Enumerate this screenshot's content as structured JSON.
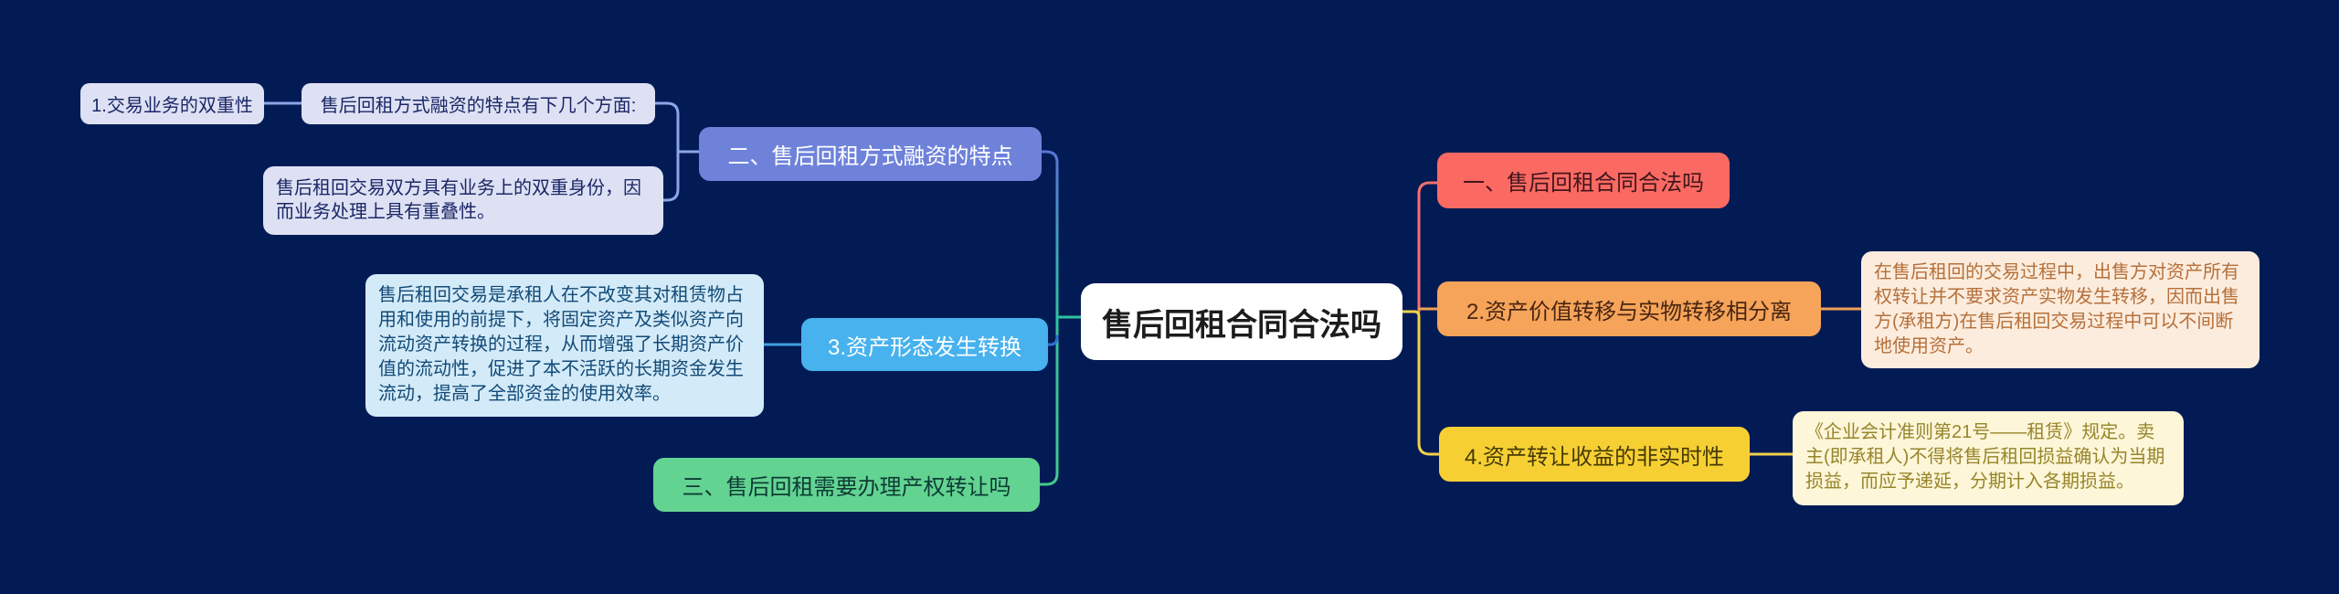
{
  "map": {
    "center": {
      "label": "售后回租合同合法吗"
    },
    "left": [
      {
        "label": "二、售后回租方式融资的特点",
        "children": [
          {
            "label": "售后回租方式融资的特点有下几个方面:",
            "children": [
              {
                "label": "1.交易业务的双重性"
              }
            ]
          },
          {
            "label": "售后租回交易双方具有业务上的双重身份，因而业务处理上具有重叠性。"
          }
        ]
      },
      {
        "label": "3.资产形态发生转换",
        "children": [
          {
            "label": "售后租回交易是承租人在不改变其对租赁物占用和使用的前提下，将固定资产及类似资产向流动资产转换的过程，从而增强了长期资产价值的流动性，促进了本不活跃的长期资金发生流动，提高了全部资金的使用效率。"
          }
        ]
      },
      {
        "label": "三、售后回租需要办理产权转让吗"
      }
    ],
    "right": [
      {
        "label": "一、售后回租合同合法吗"
      },
      {
        "label": "2.资产价值转移与实物转移相分离",
        "children": [
          {
            "label": "在售后租回的交易过程中，出售方对资产所有权转让并不要求资产实物发生转移，因而出售方(承租方)在售后租回交易过程中可以不间断地使用资产。"
          }
        ]
      },
      {
        "label": "4.资产转让收益的非实时性",
        "children": [
          {
            "label": "《企业会计准则第21号——租赁》规定。卖主(即承租人)不得将售后租回损益确认为当期损益，而应予递延，分期计入各期损益。"
          }
        ]
      }
    ],
    "colors": {
      "background": "#031b55",
      "center_node": "#ffffff",
      "branch_red": "#fa6a63",
      "branch_purple": "#6e82da",
      "branch_green": "#63d392",
      "point_blue": "#47b2ee",
      "point_orange": "#f5a459",
      "point_yellow": "#f6d033",
      "detail_lavender": "#dde1f3",
      "detail_lightblue": "#d3eaf8",
      "detail_cream": "#fcecdd",
      "detail_pale_yellow": "#fdf6d8",
      "wire_periwinkle": "#8ba6e8",
      "wire_teal": "#2fc2a0",
      "wire_blue": "#2e6fd0",
      "wire_red": "#f4716d",
      "wire_orange": "#f0a055",
      "wire_yellow": "#f0d14a"
    }
  }
}
